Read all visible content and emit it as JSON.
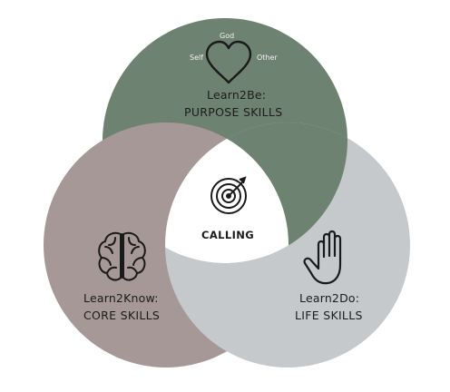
{
  "diagram": {
    "top": {
      "title": "Learn2Be:",
      "subtitle": "PURPOSE SKILLS",
      "heart_labels": {
        "top": "God",
        "left": "Self",
        "right": "Other"
      },
      "icon": "heart-icon",
      "color": "#6e8271"
    },
    "left": {
      "title": "Learn2Know:",
      "subtitle": "CORE SKILLS",
      "icon": "brain-icon",
      "color": "#a59896"
    },
    "right": {
      "title": "Learn2Do:",
      "subtitle": "LIFE SKILLS",
      "icon": "hand-icon",
      "color": "#c5c9cc"
    },
    "center": {
      "label": "CALLING",
      "icon": "target-icon",
      "color": "#ffffff"
    }
  }
}
